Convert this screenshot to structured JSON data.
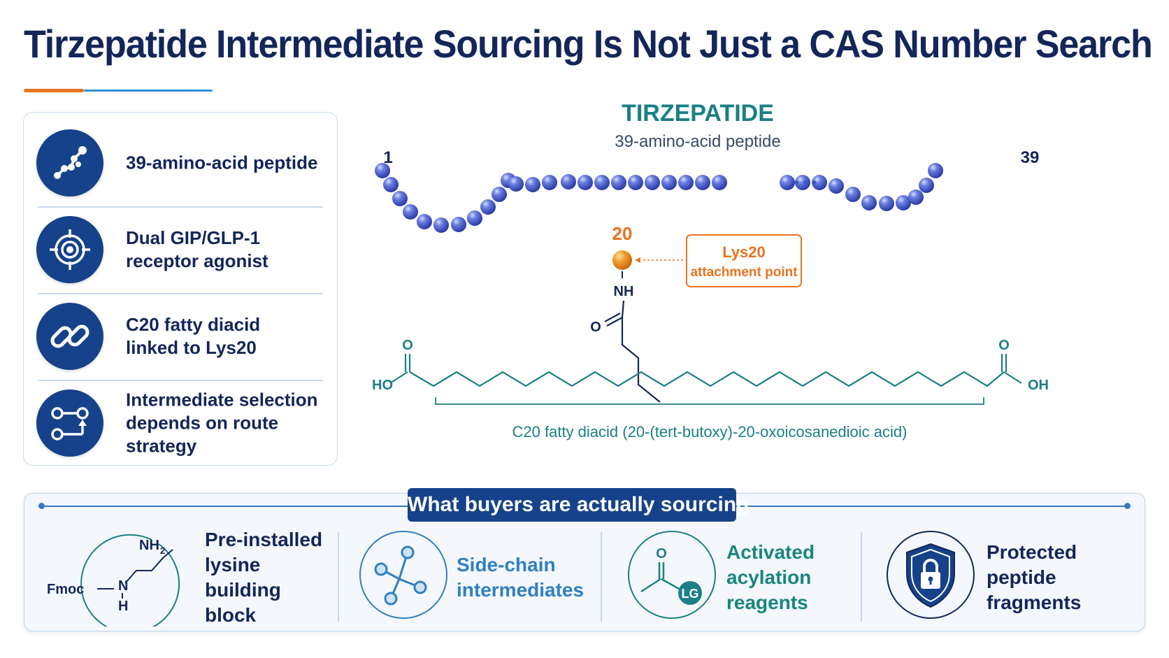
{
  "title": "Tirzepatide Intermediate Sourcing Is Not Just a CAS Number Search",
  "features": [
    {
      "icon": "peptide-chain-icon",
      "label": "39-amino-acid peptide"
    },
    {
      "icon": "target-icon",
      "label": "Dual GIP/GLP-1\nreceptor agonist"
    },
    {
      "icon": "chain-link-icon",
      "label": "C20 fatty diacid\nlinked to Lys20"
    },
    {
      "icon": "route-strategy-icon",
      "label": "Intermediate selection\ndepends on route strategy"
    }
  ],
  "molecule": {
    "name": "TIRZEPATIDE",
    "subtitle": "39-amino-acid peptide",
    "start_residue": "1",
    "end_residue": "39",
    "ellipsis": "• • •",
    "lys_position": "20",
    "callout_line1": "Lys20",
    "callout_line2": "attachment point",
    "nh_label": "NH",
    "o_label": "O",
    "ho_label": "HO",
    "oh_label": "OH",
    "diacid_label": "C20 fatty diacid (20-(tert-butoxy)-20-oxoicosanedioic acid)"
  },
  "sourcing": {
    "header": "What buyers are actually sourcing",
    "items": [
      {
        "icon": "fmoc-lysine-icon",
        "label": "Pre-installed\nlysine\nbuilding block",
        "color": "#13265a",
        "fmoc": "Fmoc",
        "nh2": "NH",
        "sub2": "2",
        "n": "N",
        "h": "H"
      },
      {
        "icon": "molecule-network-icon",
        "label": "Side-chain\nintermediates",
        "color": "#2f7fc4"
      },
      {
        "icon": "acyl-leaving-group-icon",
        "label": "Activated\nacylation\nreagents",
        "color": "#19857f",
        "o": "O",
        "lg": "LG"
      },
      {
        "icon": "shield-lock-icon",
        "label": "Protected\npeptide\nfragments",
        "color": "#13265a"
      }
    ]
  },
  "colors": {
    "navy": "#13265a",
    "primary_blue": "#15428a",
    "teal": "#1a7f86",
    "orange": "#e8731f",
    "bead_blue": "#3f55c9"
  }
}
